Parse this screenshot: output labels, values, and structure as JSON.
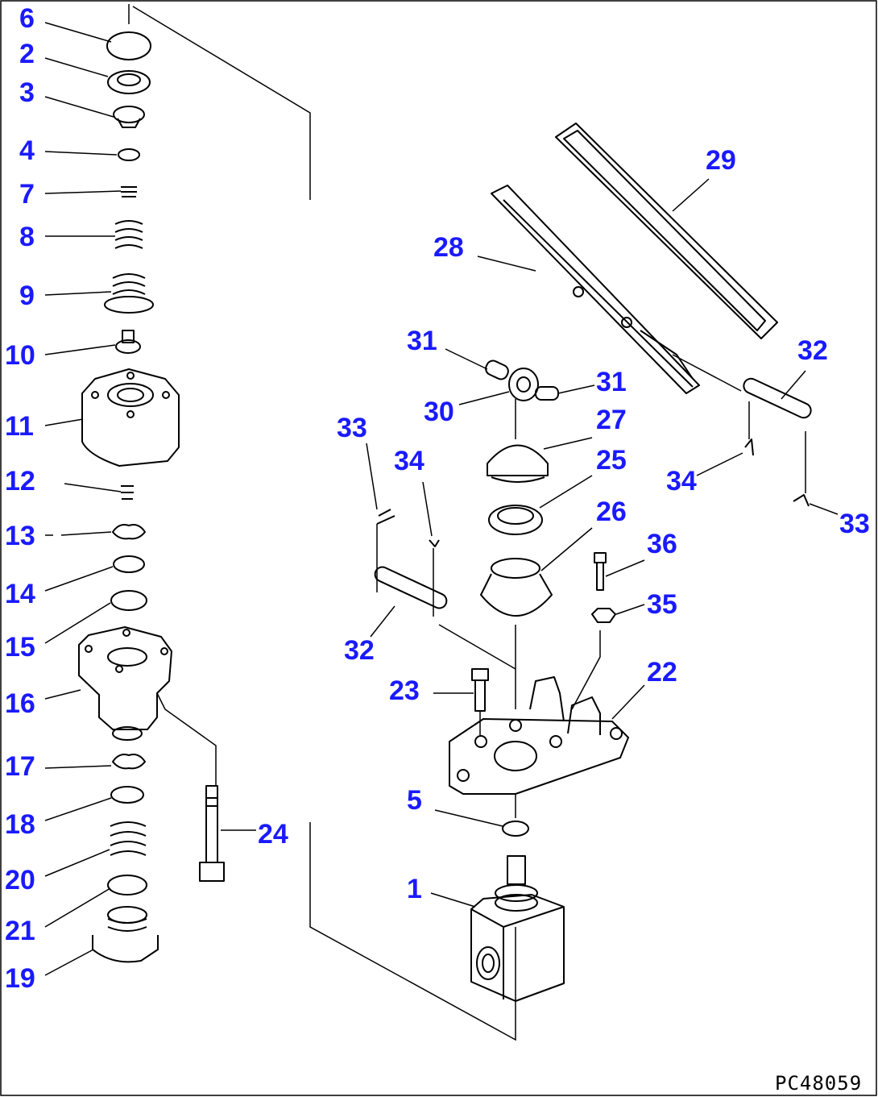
{
  "drawing_code": "PC48059",
  "labels": {
    "p1": "1",
    "p2": "2",
    "p3": "3",
    "p4": "4",
    "p5": "5",
    "p6": "6",
    "p7": "7",
    "p8": "8",
    "p9": "9",
    "p10": "10",
    "p11": "11",
    "p12": "12",
    "p13": "13",
    "p14": "14",
    "p15": "15",
    "p16": "16",
    "p17": "17",
    "p18": "18",
    "p19": "19",
    "p20": "20",
    "p21": "21",
    "p22": "22",
    "p23": "23",
    "p24": "24",
    "p25": "25",
    "p26": "26",
    "p27": "27",
    "p28": "28",
    "p29": "29",
    "p30": "30",
    "p31": "31",
    "p32": "32",
    "p33": "33",
    "p34": "34",
    "p35": "35",
    "p36": "36"
  },
  "colors": {
    "callout": "#1a1aff",
    "line": "#000000",
    "background": "#ffffff"
  }
}
